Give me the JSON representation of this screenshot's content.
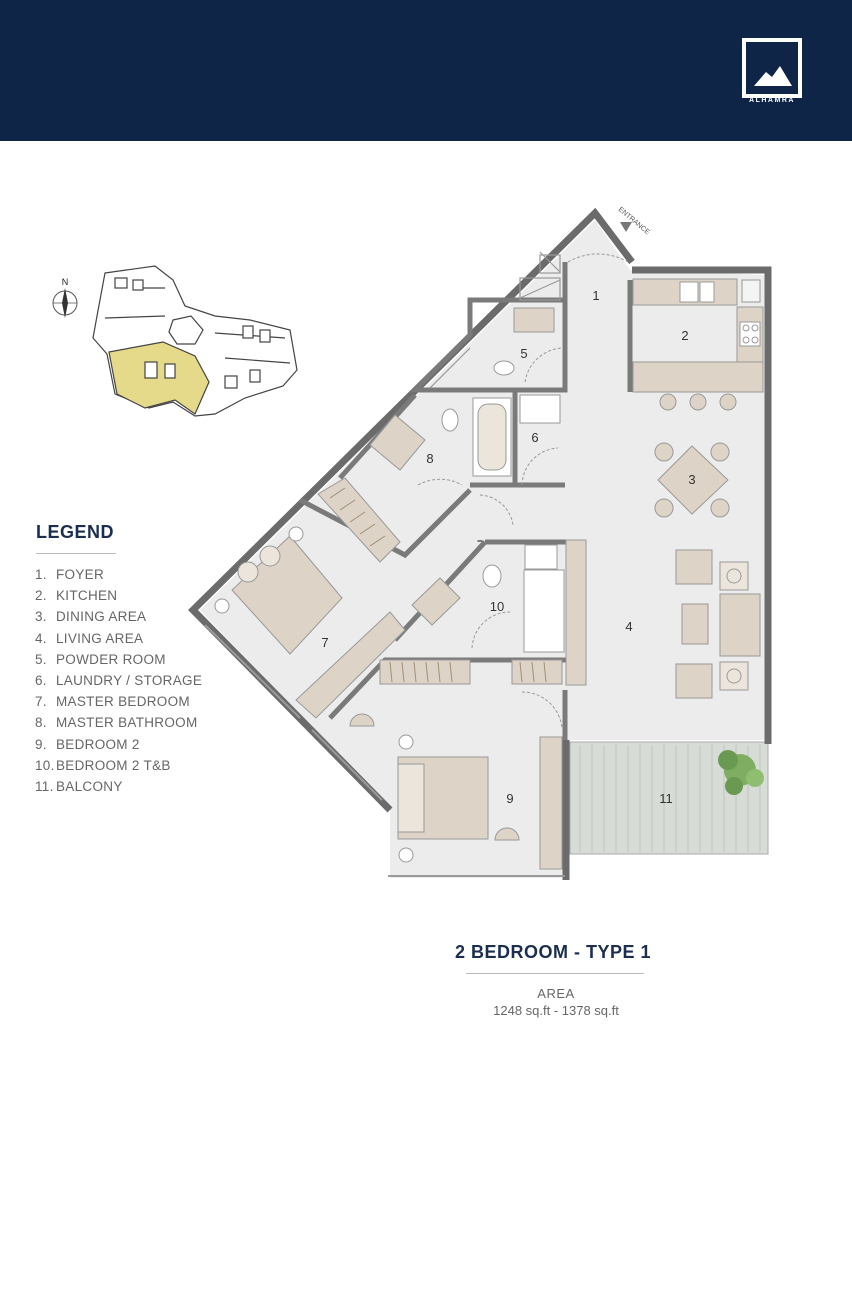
{
  "brand": {
    "name": "ALHAMRA",
    "header_color": "#0f2547"
  },
  "keyplan": {
    "north_label": "N",
    "highlight_color": "#e5d98a"
  },
  "legend": {
    "title": "LEGEND",
    "items": [
      {
        "num": "1.",
        "label": "FOYER"
      },
      {
        "num": "2.",
        "label": "KITCHEN"
      },
      {
        "num": "3.",
        "label": "DINING AREA"
      },
      {
        "num": "4.",
        "label": "LIVING AREA"
      },
      {
        "num": "5.",
        "label": "POWDER ROOM"
      },
      {
        "num": "6.",
        "label": "LAUNDRY / STORAGE"
      },
      {
        "num": "7.",
        "label": "MASTER BEDROOM"
      },
      {
        "num": "8.",
        "label": "MASTER BATHROOM"
      },
      {
        "num": "9.",
        "label": "BEDROOM 2"
      },
      {
        "num": "10.",
        "label": "BEDROOM 2 T&B"
      },
      {
        "num": "11.",
        "label": "BALCONY"
      }
    ]
  },
  "plan": {
    "entrance_label": "ENTRANCE",
    "room_numbers": [
      "1",
      "2",
      "3",
      "4",
      "5",
      "6",
      "7",
      "8",
      "9",
      "10",
      "11"
    ],
    "wall_color": "#6b6b6b",
    "floor_color": "#ececec",
    "furniture_color": "#ddd3c6"
  },
  "unit": {
    "title": "2 BEDROOM - TYPE 1",
    "area_label": "AREA",
    "area_value": "1248 sq.ft - 1378 sq.ft"
  }
}
